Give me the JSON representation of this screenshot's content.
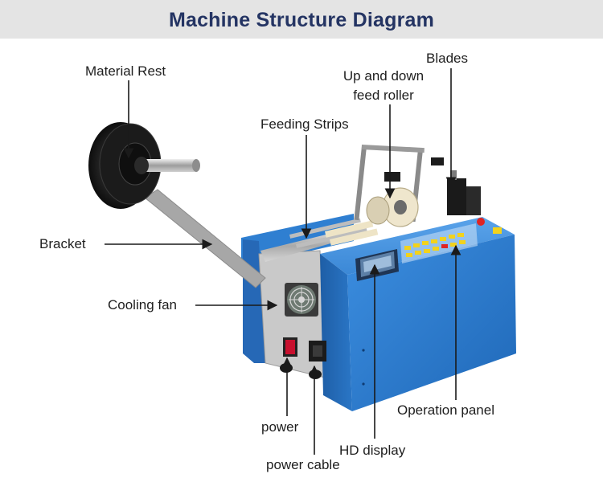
{
  "header": {
    "title": "Machine Structure Diagram"
  },
  "labels": {
    "material_rest": "Material Rest",
    "blades": "Blades",
    "up_down_feed_roller_line1": "Up and down",
    "up_down_feed_roller_line2": "feed roller",
    "feeding_strips": "Feeding Strips",
    "bracket": "Bracket",
    "cooling_fan": "Cooling fan",
    "power": "power",
    "power_cable": "power cable",
    "hd_display": "HD display",
    "operation_panel": "Operation panel"
  },
  "colors": {
    "title": "#243463",
    "header_bg": "#e4e4e4",
    "machine_blue": "#2f7fd1",
    "machine_blue_dark": "#1c5ea8",
    "leader_line": "#1a1a1a",
    "button_yellow": "#f2d21c",
    "button_red": "#e02424"
  }
}
